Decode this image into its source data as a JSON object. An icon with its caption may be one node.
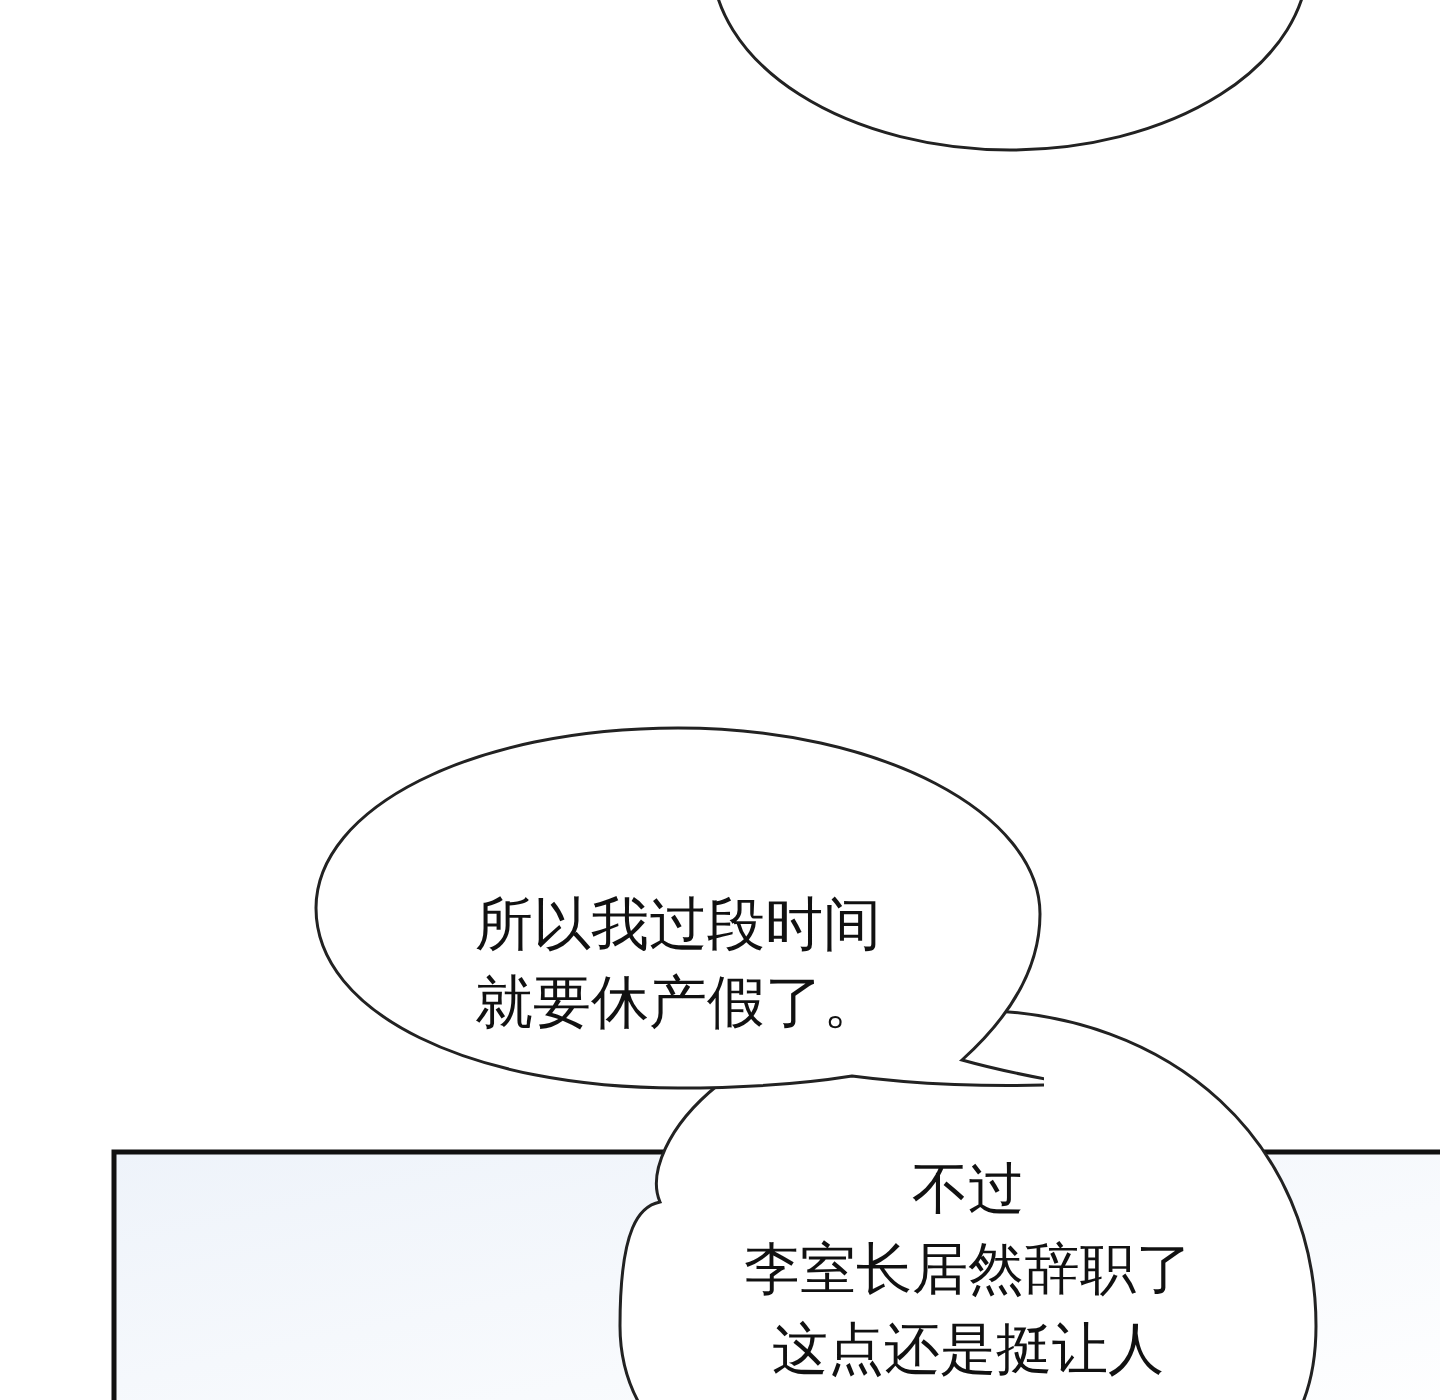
{
  "diagram": {
    "nodes": [
      {
        "text": [],
        "shape": "circle"
      },
      {
        "text": [
          "所以我过段时间就要休产假了。"
        ]
      },
      {
        "text": [
          "不过李室长居然辞职了这点还是挺让人"
        ]
      }
    ]
  }
}
